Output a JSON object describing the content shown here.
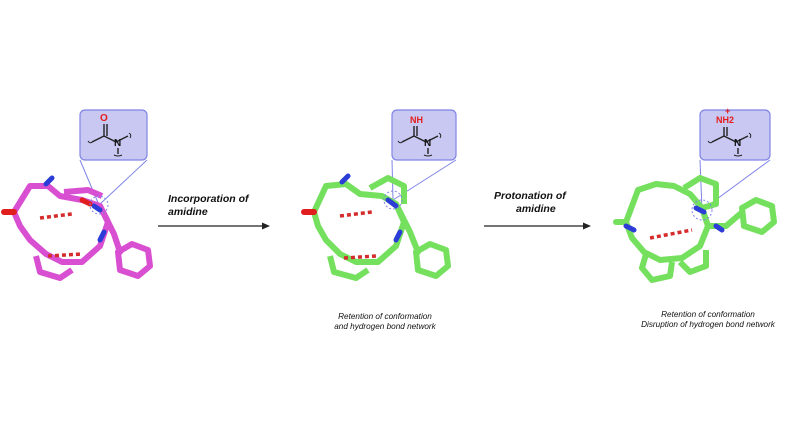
{
  "steps": [
    {
      "label_lines": [
        "Incorporation of",
        "amidine"
      ]
    },
    {
      "label_lines": [
        "Protonation of",
        "amidine"
      ]
    }
  ],
  "captions": [
    {
      "lines": [
        "Retention of conformation",
        "and hydrogen bond network"
      ]
    },
    {
      "lines": [
        "Retention of conformation",
        "Disruption of hydrogen bond network"
      ]
    }
  ],
  "insets": [
    {
      "heteroatom": "O",
      "hetero_color": "#e41b1b"
    },
    {
      "heteroatom": "NH",
      "hetero_color": "#e41b1b"
    },
    {
      "heteroatom": "NH2",
      "hetero_color": "#e41b1b",
      "charge": "+"
    }
  ],
  "inset_nitrogen_label": "N",
  "colors": {
    "molecule_1": "#d94fd1",
    "molecule_2": "#74e05e",
    "molecule_3": "#74e05e",
    "nitrogen": "#2b3dd6",
    "oxygen": "#e01e1e",
    "hbond": "#d42c2c",
    "inset_fill": "#c8c8f2",
    "inset_border": "#7f84e6"
  }
}
